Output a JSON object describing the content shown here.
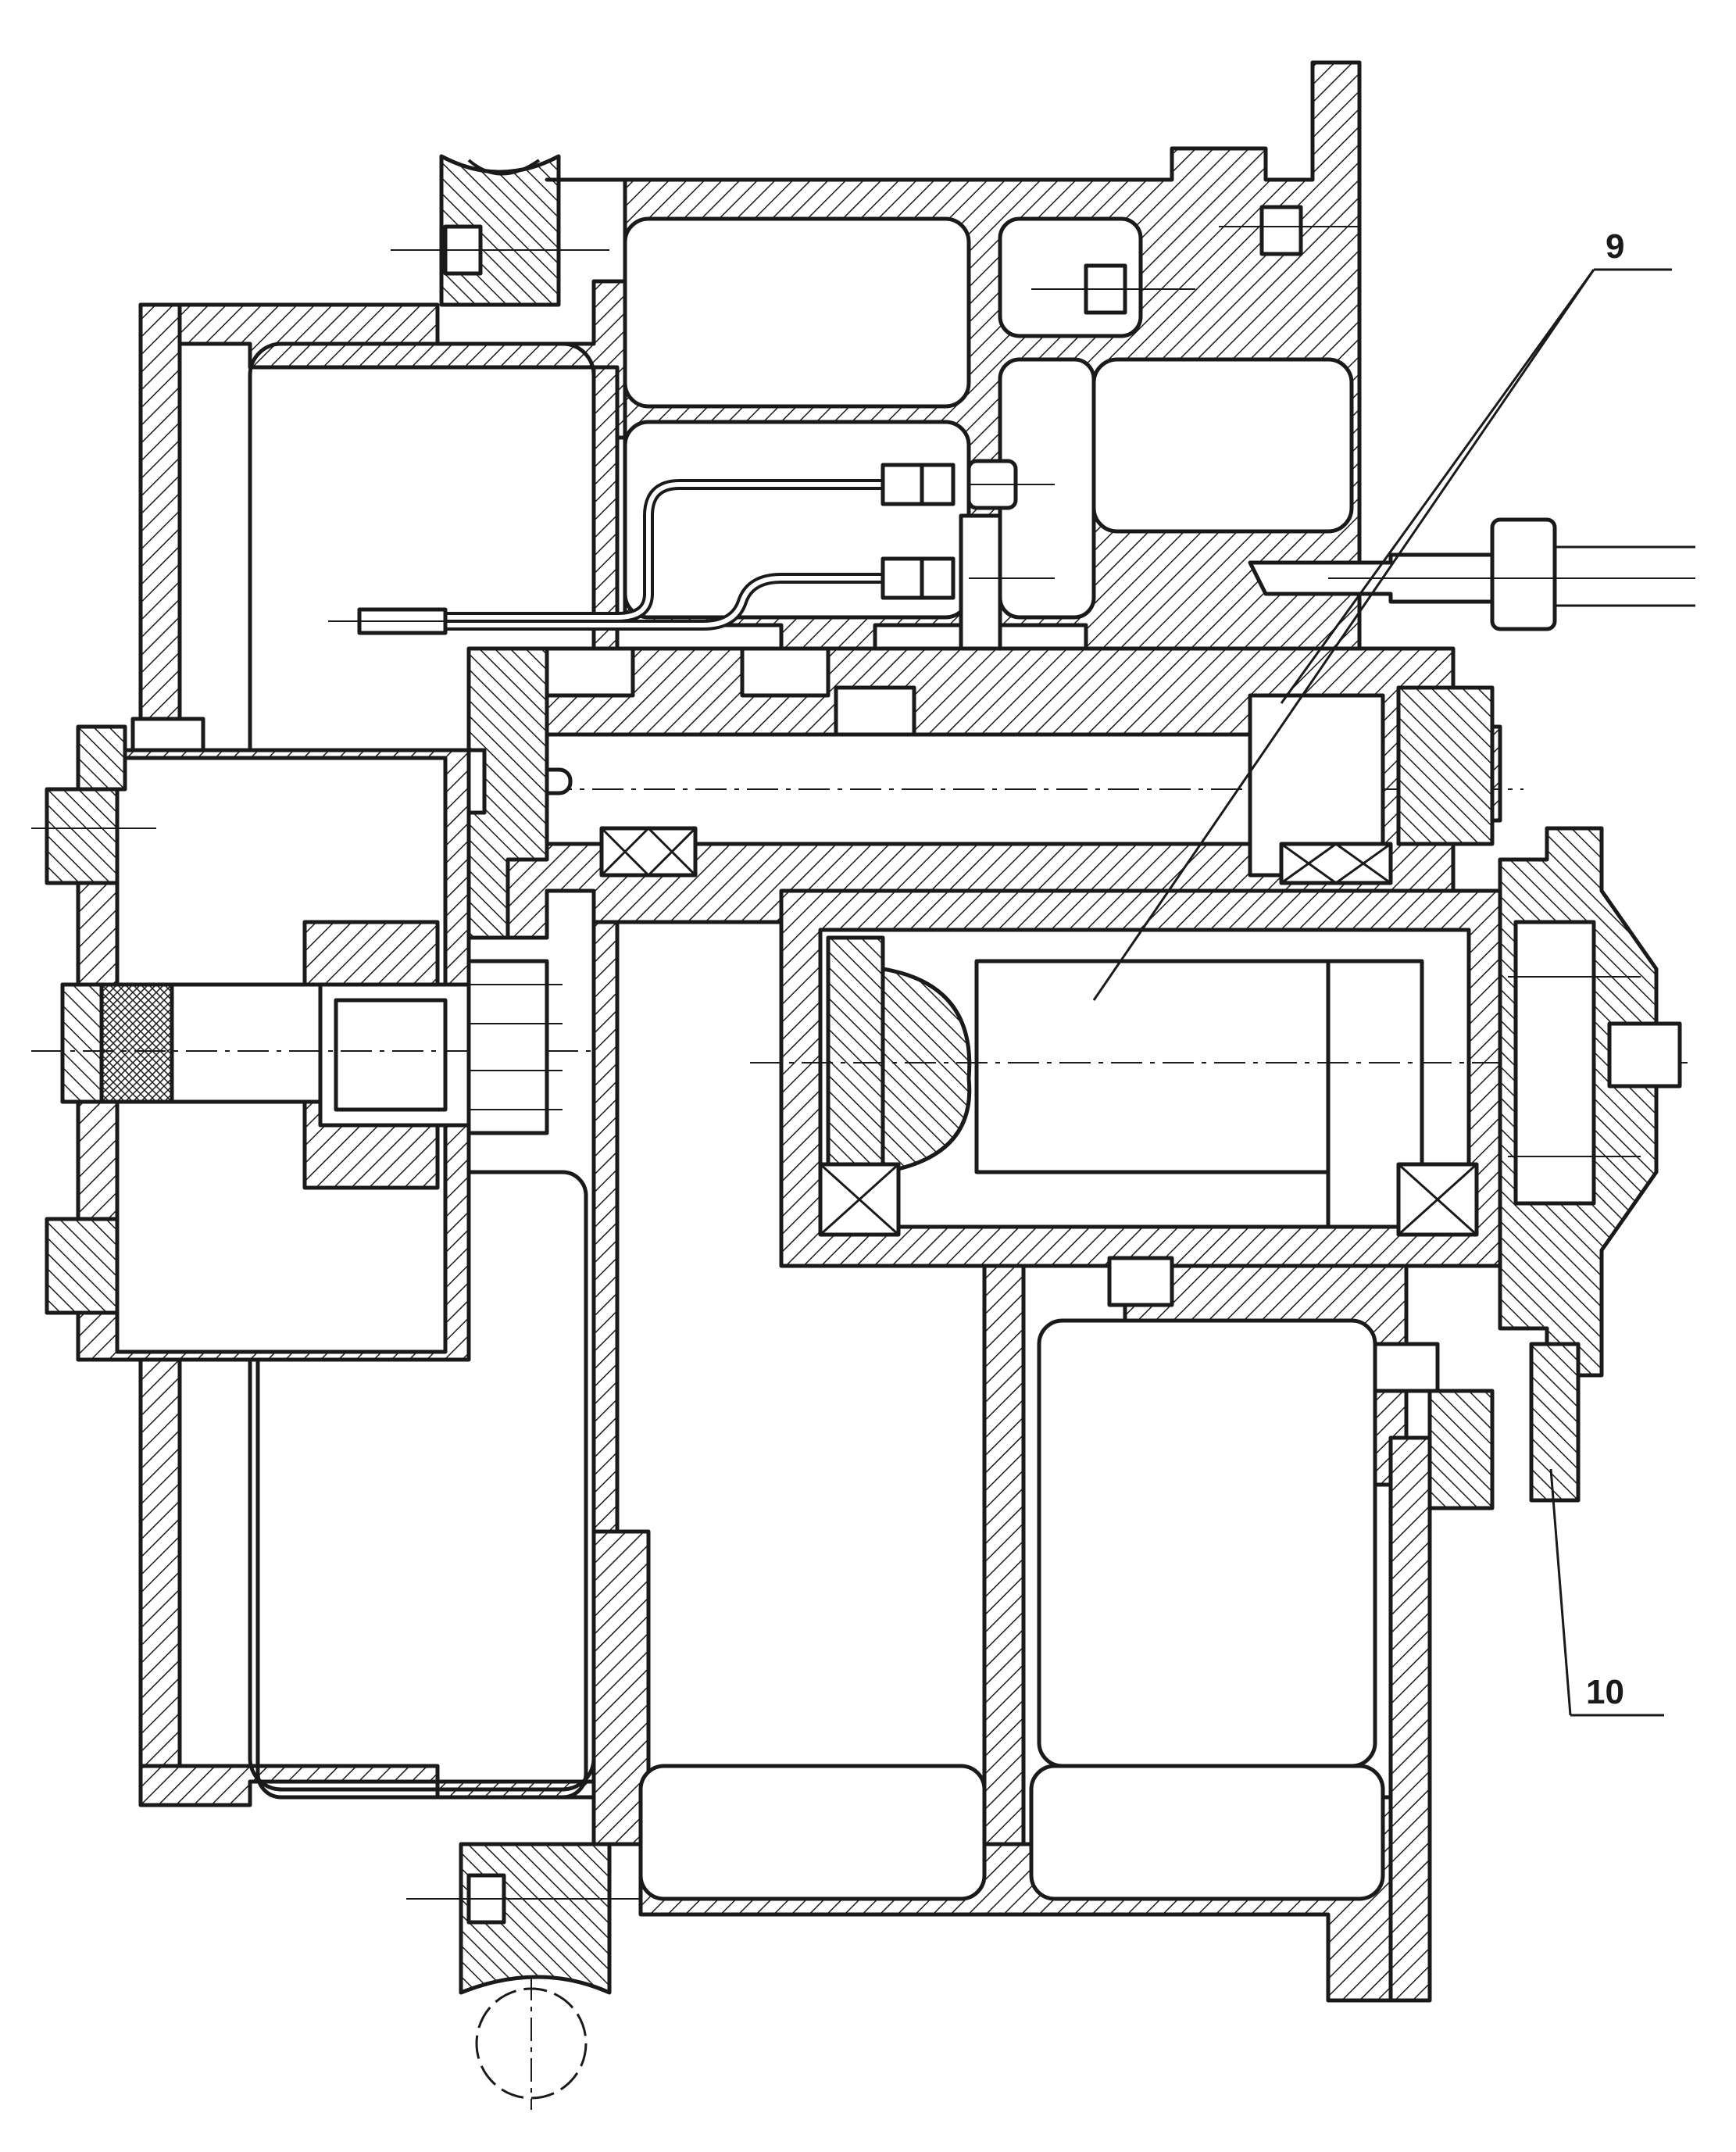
{
  "diagram": {
    "ink_color": "#1a1a1a",
    "paper_color": "#ffffff",
    "callouts": [
      {
        "id": "part-9",
        "label": "9"
      },
      {
        "id": "part-10",
        "label": "10"
      }
    ]
  }
}
